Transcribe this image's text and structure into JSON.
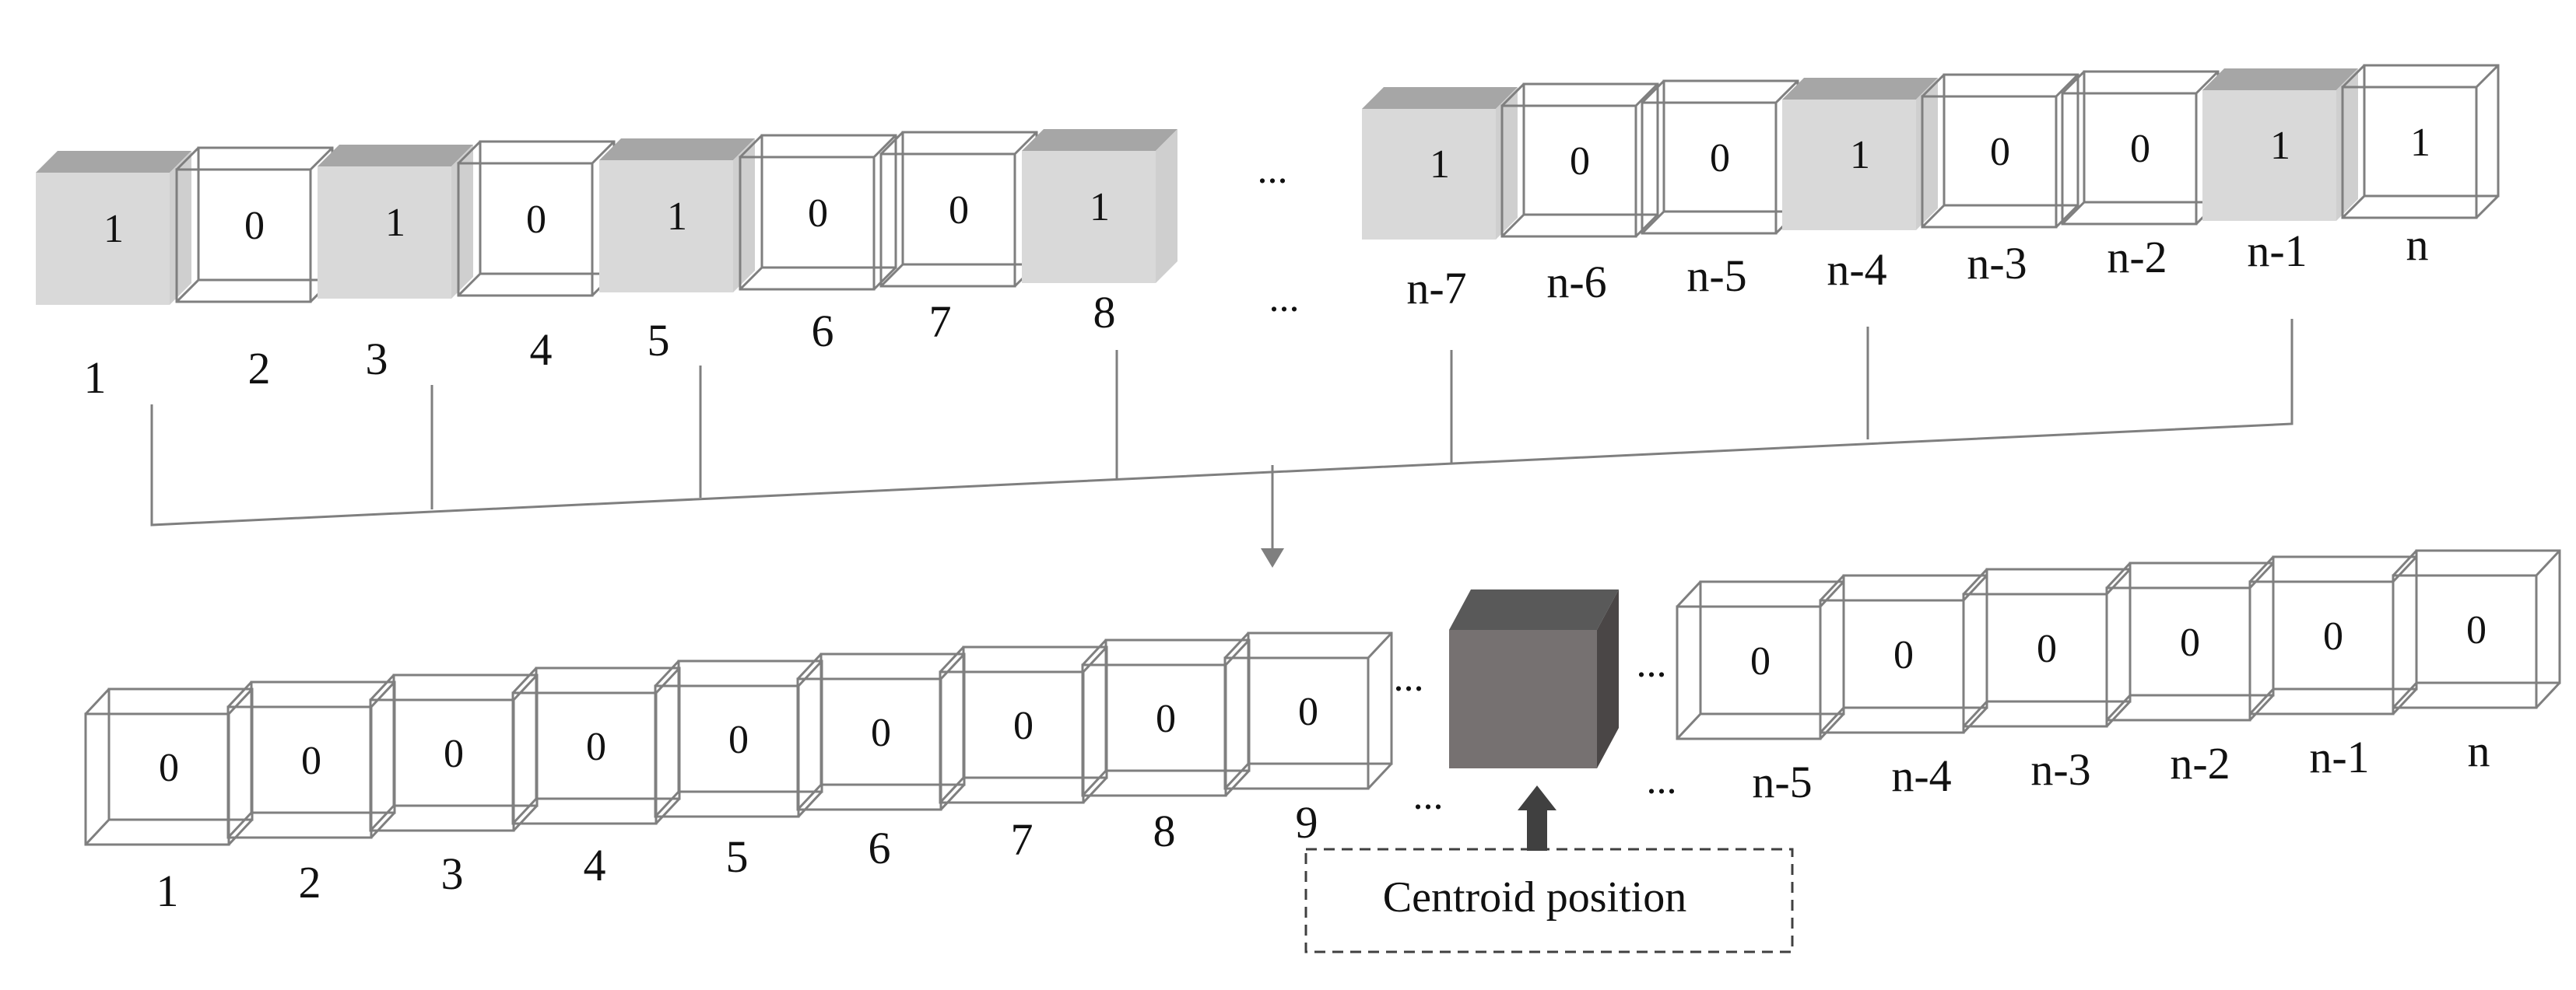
{
  "top_row": {
    "cells_left": [
      {
        "value": "1",
        "index": "1",
        "filled": true
      },
      {
        "value": "0",
        "index": "2",
        "filled": false
      },
      {
        "value": "1",
        "index": "3",
        "filled": true
      },
      {
        "value": "0",
        "index": "4",
        "filled": false
      },
      {
        "value": "1",
        "index": "5",
        "filled": true
      },
      {
        "value": "0",
        "index": "6",
        "filled": false
      },
      {
        "value": "0",
        "index": "7",
        "filled": false
      },
      {
        "value": "1",
        "index": "8",
        "filled": true
      }
    ],
    "cells_right": [
      {
        "value": "1",
        "index": "n-7",
        "filled": true
      },
      {
        "value": "0",
        "index": "n-6",
        "filled": false
      },
      {
        "value": "0",
        "index": "n-5",
        "filled": false
      },
      {
        "value": "1",
        "index": "n-4",
        "filled": true
      },
      {
        "value": "0",
        "index": "n-3",
        "filled": false
      },
      {
        "value": "0",
        "index": "n-2",
        "filled": false
      },
      {
        "value": "1",
        "index": "n-1",
        "filled": true
      },
      {
        "value": "1",
        "index": "n",
        "filled": false
      }
    ],
    "ellipsis": "..."
  },
  "bottom_row": {
    "cells_left": [
      {
        "value": "0",
        "index": "1"
      },
      {
        "value": "0",
        "index": "2"
      },
      {
        "value": "0",
        "index": "3"
      },
      {
        "value": "0",
        "index": "4"
      },
      {
        "value": "0",
        "index": "5"
      },
      {
        "value": "0",
        "index": "6"
      },
      {
        "value": "0",
        "index": "7"
      },
      {
        "value": "0",
        "index": "8"
      },
      {
        "value": "0",
        "index": "9"
      }
    ],
    "cells_right": [
      {
        "value": "0",
        "index": "n-5"
      },
      {
        "value": "0",
        "index": "n-4"
      },
      {
        "value": "0",
        "index": "n-3"
      },
      {
        "value": "0",
        "index": "n-2"
      },
      {
        "value": "0",
        "index": "n-1"
      },
      {
        "value": "0",
        "index": "n"
      }
    ],
    "ellipsis": "..."
  },
  "centroid_label": "Centroid position",
  "colors": {
    "filled_front": "#d9d9d9",
    "filled_top": "#a6a6a6",
    "outline": "#7f7f7f",
    "centroid_front": "#767171",
    "centroid_top": "#595959",
    "centroid_side": "#4a4646",
    "arrow": "#404040",
    "connector": "#7f7f7f"
  }
}
